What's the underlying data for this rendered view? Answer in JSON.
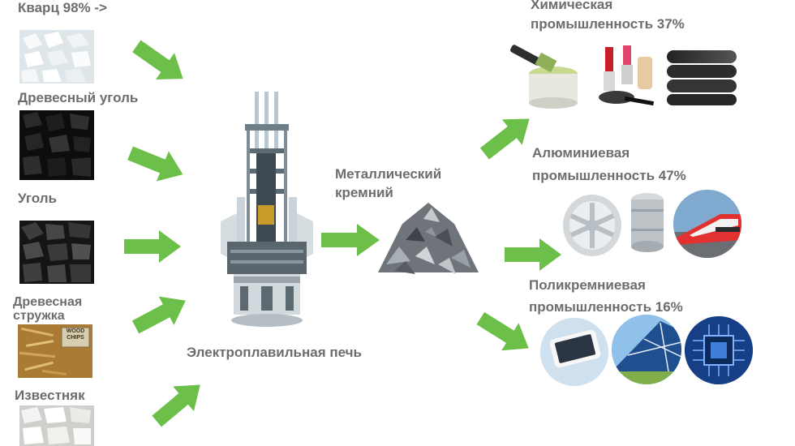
{
  "inputs": [
    {
      "label": "Кварц 98% ->"
    },
    {
      "label": "Древесный уголь"
    },
    {
      "label": "Уголь"
    },
    {
      "label": "Древесная\nстружка"
    },
    {
      "label": "Известняк"
    }
  ],
  "wood_sign": "WOOD\nCHIPS",
  "furnace": {
    "label": "Электроплавильная печь"
  },
  "silicon": {
    "label": "Металлический\nкремний"
  },
  "outputs": [
    {
      "label": "Химическая\nпромышленность 37%"
    },
    {
      "label": "Алюминиевая\nпромышленность 47%"
    },
    {
      "label": "Поликремниевая\nпромышленность 16%"
    }
  ],
  "colors": {
    "arrow": "#6cc04a",
    "text": "#6d6d6d"
  }
}
